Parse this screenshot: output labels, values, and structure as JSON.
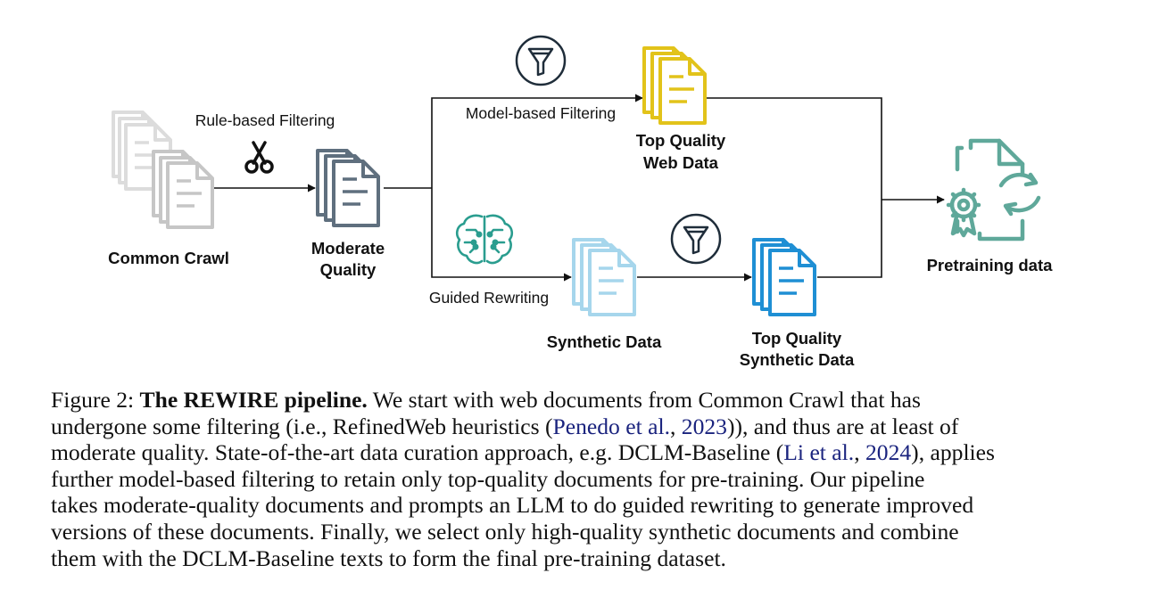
{
  "diagram": {
    "nodes": {
      "common_crawl": "Common Crawl",
      "moderate_quality": [
        "Moderate",
        "Quality"
      ],
      "top_quality_web": [
        "Top Quality",
        "Web Data"
      ],
      "synthetic_data": "Synthetic Data",
      "top_quality_synthetic": [
        "Top Quality",
        "Synthetic Data"
      ],
      "pretraining_data": "Pretraining data"
    },
    "edges": {
      "rule_based": "Rule-based Filtering",
      "model_based": "Model-based Filtering",
      "guided_rewriting": "Guided Rewriting"
    },
    "icons": [
      "scissors-icon",
      "funnel-icon",
      "funnel-icon",
      "brain-circuit-icon",
      "certificate-icon"
    ],
    "colors": {
      "common_crawl": "#c8c8c8",
      "moderate": "#5f6f7e",
      "top_web": "#e2c31a",
      "synthetic": "#a6d6ec",
      "top_synthetic": "#1f8fd4",
      "pretraining": "#5fa89a",
      "brain": "#2a9d8f"
    }
  },
  "caption": {
    "prefix": "Figure 2:",
    "title": "The REWIRE pipeline.",
    "l1": " We start with web documents from Common Crawl that has",
    "l2a": "undergone some filtering (i.e., RefinedWeb heuristics (",
    "cite1_author": "Penedo et al.",
    "cite1_sep": ", ",
    "cite1_year": "2023",
    "l2b": ")), and thus are at least of",
    "l3a": "moderate quality. State-of-the-art data curation approach, e.g. DCLM-Baseline (",
    "cite2_author": "Li et al.",
    "cite2_sep": ", ",
    "cite2_year": "2024",
    "l3b": "), applies",
    "l4": "further model-based filtering to retain only top-quality documents for pre-training. Our pipeline",
    "l5": "takes moderate-quality documents and prompts an LLM to do guided rewriting to generate improved",
    "l6": "versions of these documents. Finally, we select only high-quality synthetic documents and combine",
    "l7": "them with the DCLM-Baseline texts to form the final pre-training dataset."
  }
}
